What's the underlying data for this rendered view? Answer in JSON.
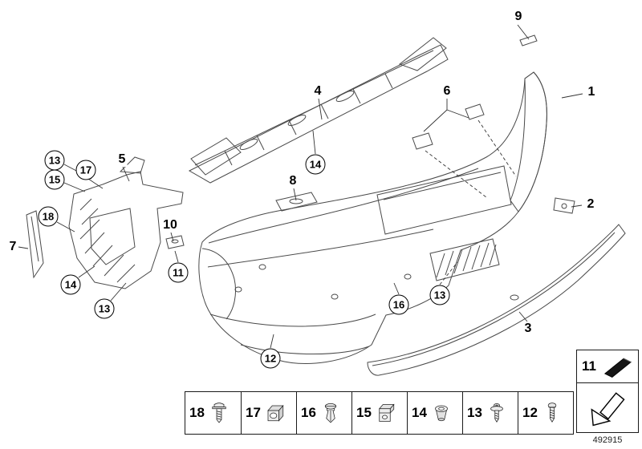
{
  "meta": {
    "diagram_number": "492915"
  },
  "callouts": {
    "plain": [
      {
        "label": "9"
      },
      {
        "label": "1"
      },
      {
        "label": "4"
      },
      {
        "label": "6"
      },
      {
        "label": "5"
      },
      {
        "label": "8"
      },
      {
        "label": "2"
      },
      {
        "label": "10"
      },
      {
        "label": "7"
      },
      {
        "label": "3"
      }
    ],
    "circled": [
      {
        "label": "13"
      },
      {
        "label": "17"
      },
      {
        "label": "15"
      },
      {
        "label": "18"
      },
      {
        "label": "14"
      },
      {
        "label": "11"
      },
      {
        "label": "14"
      },
      {
        "label": "13"
      },
      {
        "label": "16"
      },
      {
        "label": "13"
      },
      {
        "label": "12"
      }
    ]
  },
  "legend": {
    "items": [
      {
        "label": "18",
        "icon": "pan-head-screw-icon"
      },
      {
        "label": "17",
        "icon": "cage-nut-icon"
      },
      {
        "label": "16",
        "icon": "expansion-rivet-icon"
      },
      {
        "label": "15",
        "icon": "sheet-metal-clip-icon"
      },
      {
        "label": "14",
        "icon": "grommet-nut-icon"
      },
      {
        "label": "13",
        "icon": "washer-screw-icon"
      },
      {
        "label": "12",
        "icon": "tapping-screw-icon"
      }
    ]
  },
  "side_box": {
    "label": "11",
    "icon": "seal-strip-icon"
  },
  "direction_box": {
    "icon": "direction-arrow-icon"
  }
}
